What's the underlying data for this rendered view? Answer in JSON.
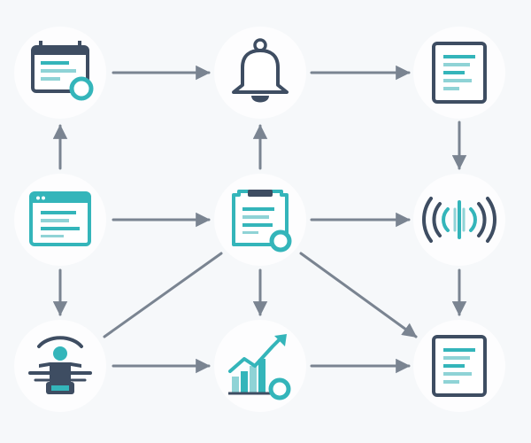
{
  "colors": {
    "background": "#f6f8fa",
    "arrow": "#7a8491",
    "dark": "#3e4d62",
    "teal": "#34b5ba",
    "teal_light": "#8fd3d6",
    "white": "#ffffff"
  },
  "nodes": [
    {
      "id": "calendar-top-left",
      "icon": "calendar-gear-icon",
      "label": ""
    },
    {
      "id": "bell-top-center",
      "icon": "bell-icon",
      "label": ""
    },
    {
      "id": "document-top-right",
      "icon": "document-icon",
      "label": ""
    },
    {
      "id": "browser-window-mid-left",
      "icon": "browser-window-icon",
      "label": ""
    },
    {
      "id": "clipboard-center",
      "icon": "clipboard-gear-icon",
      "label": ""
    },
    {
      "id": "signal-waves-mid-right",
      "icon": "signal-waves-icon",
      "label": ""
    },
    {
      "id": "person-desk-bottom-left",
      "icon": "person-at-desk-icon",
      "label": ""
    },
    {
      "id": "growth-chart-bottom-center",
      "icon": "growth-chart-gear-icon",
      "label": ""
    },
    {
      "id": "document-bottom-right",
      "icon": "document-icon",
      "label": ""
    }
  ],
  "edges": [
    {
      "from": "calendar-top-left",
      "to": "bell-top-center"
    },
    {
      "from": "bell-top-center",
      "to": "document-top-right"
    },
    {
      "from": "browser-window-mid-left",
      "to": "calendar-top-left"
    },
    {
      "from": "clipboard-center",
      "to": "bell-top-center"
    },
    {
      "from": "document-top-right",
      "to": "signal-waves-mid-right"
    },
    {
      "from": "browser-window-mid-left",
      "to": "clipboard-center"
    },
    {
      "from": "clipboard-center",
      "to": "signal-waves-mid-right"
    },
    {
      "from": "browser-window-mid-left",
      "to": "person-desk-bottom-left"
    },
    {
      "from": "clipboard-center",
      "to": "growth-chart-bottom-center"
    },
    {
      "from": "signal-waves-mid-right",
      "to": "document-bottom-right"
    },
    {
      "from": "clipboard-center",
      "to": "document-bottom-right"
    },
    {
      "from": "clipboard-center",
      "to": "person-desk-bottom-left"
    },
    {
      "from": "person-desk-bottom-left",
      "to": "growth-chart-bottom-center"
    },
    {
      "from": "growth-chart-bottom-center",
      "to": "document-bottom-right"
    }
  ]
}
